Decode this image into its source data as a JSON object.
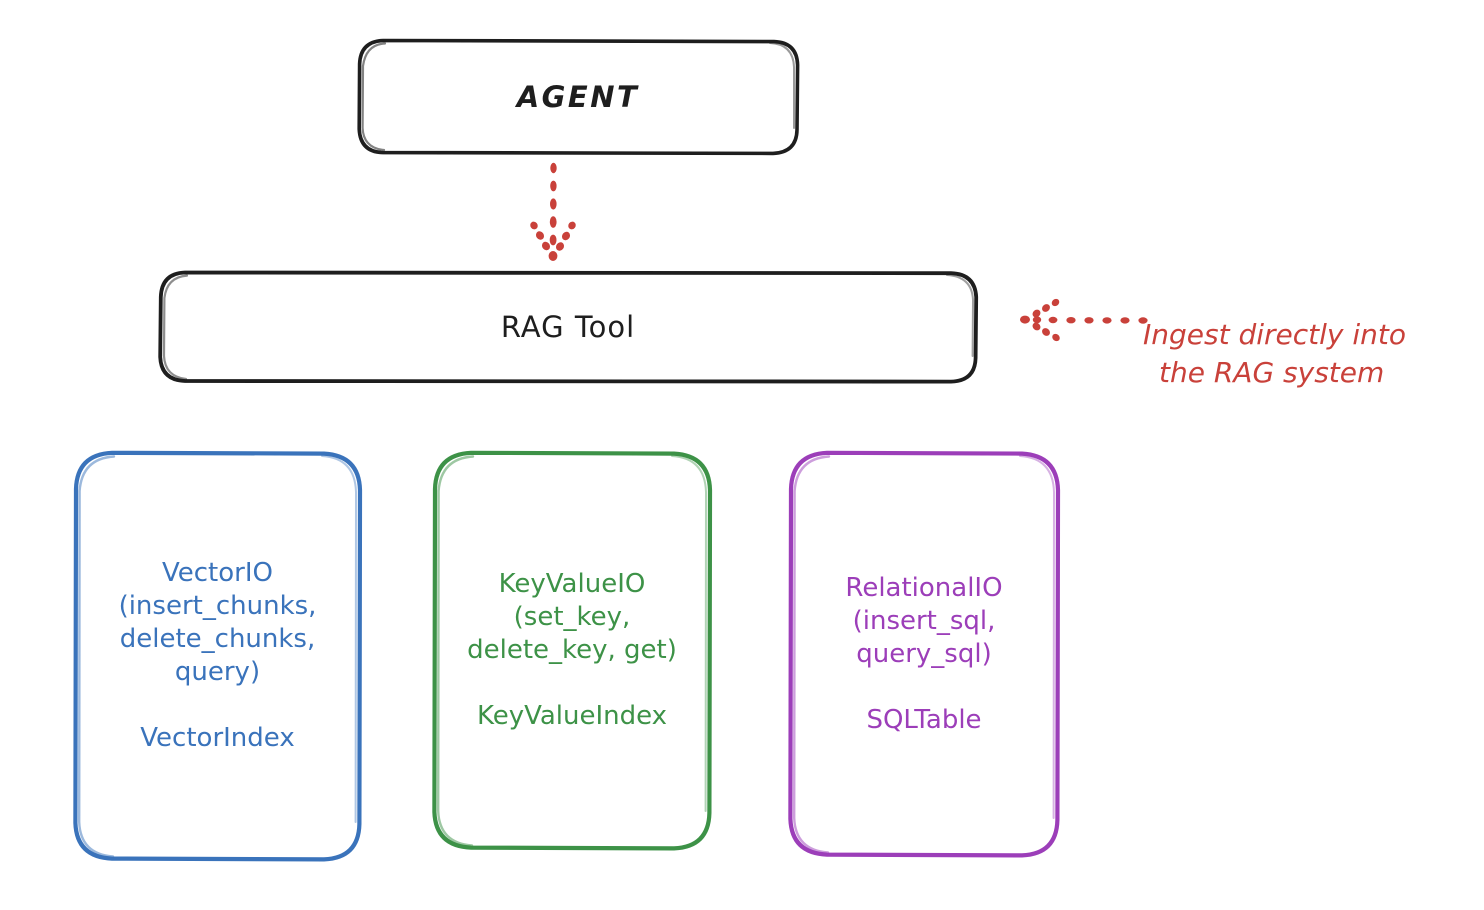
{
  "diagram": {
    "title_nodes": {
      "agent": {
        "label": "AGENT",
        "stroke_color": "#1e1e1e"
      },
      "rag_tool": {
        "label": "RAG Tool",
        "stroke_color": "#1e1e1e"
      }
    },
    "cards": [
      {
        "id": "vector",
        "api_label": "VectorIO\n(insert_chunks,\ndelete_chunks,\nquery)",
        "index_label": "VectorIndex",
        "color": "#3a73bb"
      },
      {
        "id": "keyvalue",
        "api_label": "KeyValueIO\n(set_key,\ndelete_key, get)",
        "index_label": "KeyValueIndex",
        "color": "#3d9247"
      },
      {
        "id": "relational",
        "api_label": "RelationalIO\n(insert_sql,\nquery_sql)",
        "index_label": "SQLTable",
        "color": "#9c3eb9"
      }
    ],
    "annotations": [
      {
        "id": "ingest",
        "line1": "Ingest directly into",
        "line2": "the RAG system",
        "color": "#c9413a"
      }
    ],
    "connectors": [
      {
        "id": "agent-to-rag-tool",
        "style": "dotted",
        "direction": "down",
        "color": "#c9413a"
      },
      {
        "id": "ingest-to-rag-tool",
        "style": "dotted",
        "direction": "left",
        "color": "#c9413a"
      }
    ]
  }
}
